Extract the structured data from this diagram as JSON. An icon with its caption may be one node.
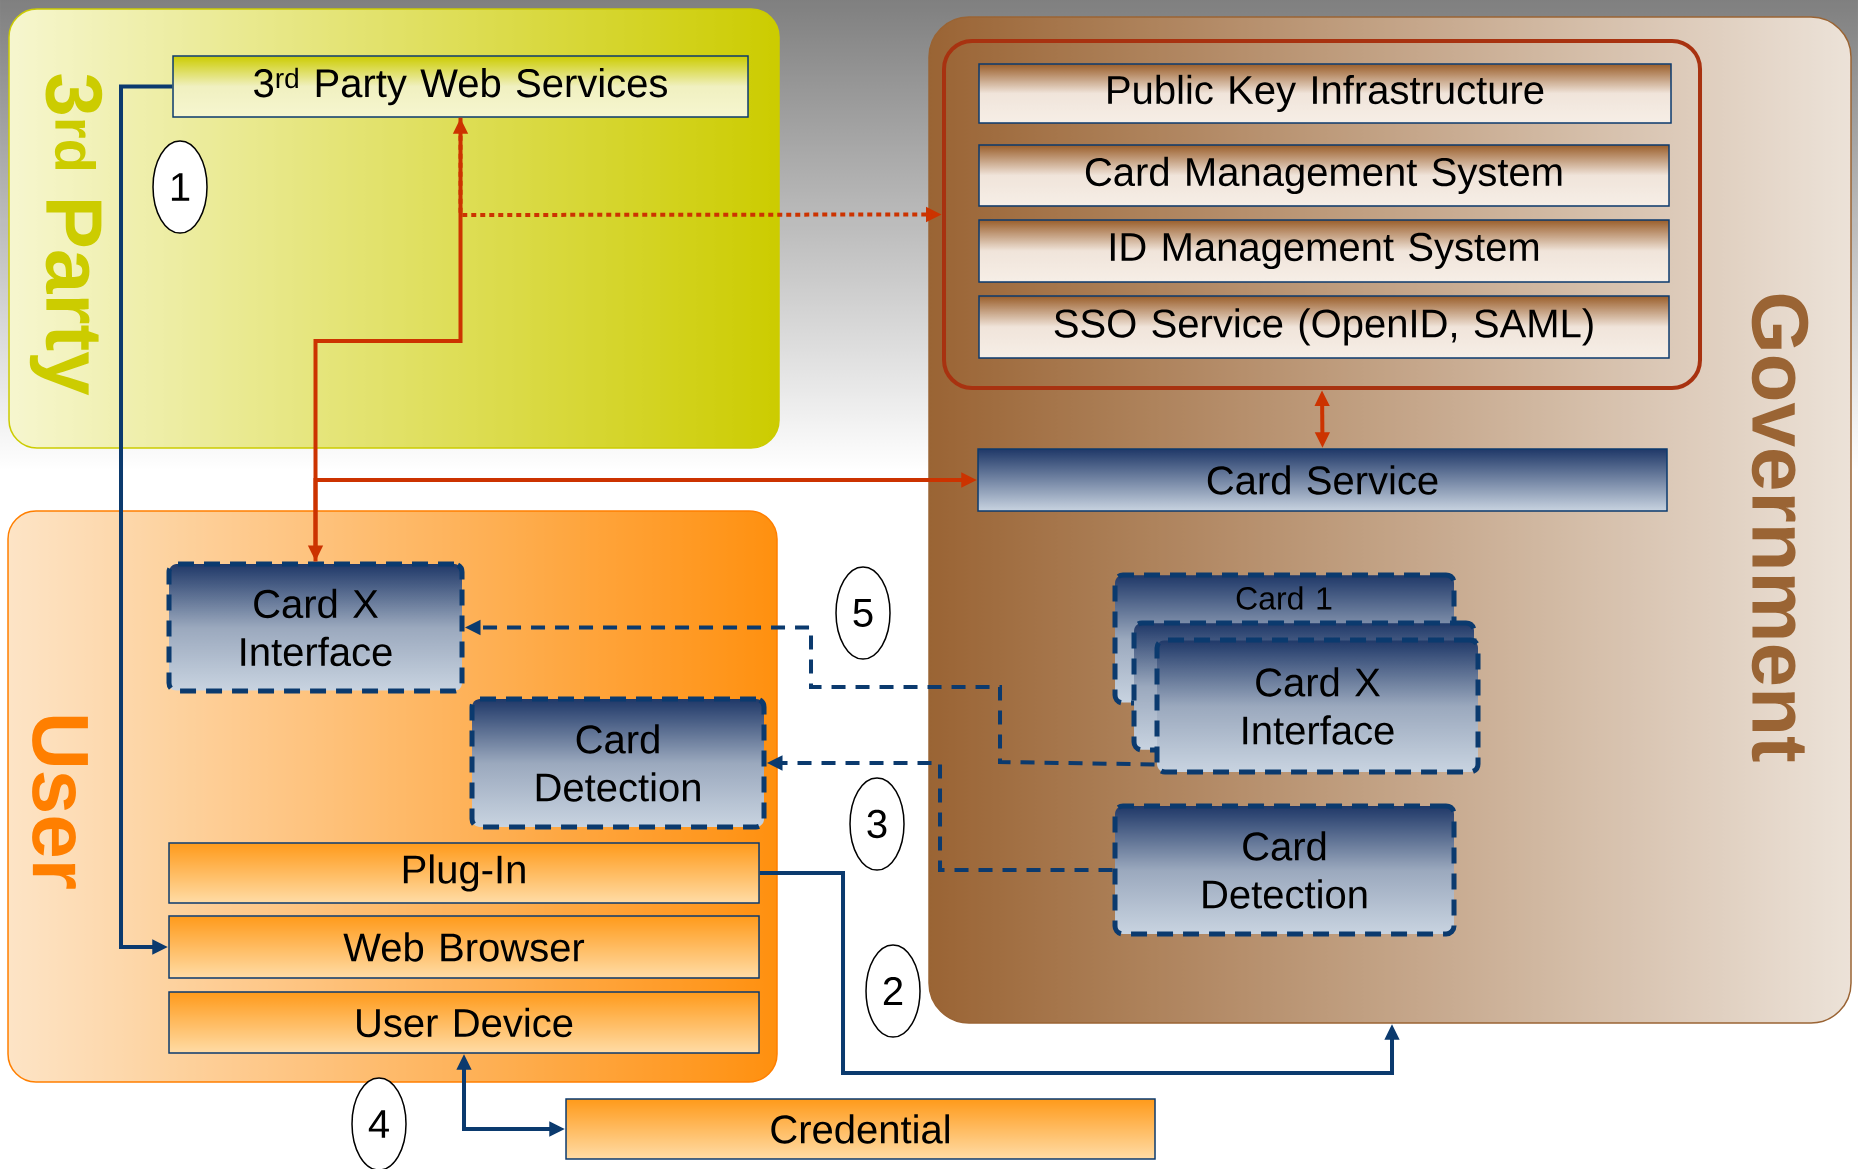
{
  "diagram": {
    "nodes": [
      {
        "text": [
          "3$^{rd}$ Party"
        ]
      },
      {
        "text": [
          "3$^{rd}$ Party Web Services"
        ],
        "in": 0
      },
      {
        "text": [
          "Government"
        ]
      },
      {
        "text": [],
        "shape": "box",
        "in": 2
      },
      {
        "text": [
          "Public Key Infrastructure"
        ],
        "in": 3
      },
      {
        "text": [
          "Card Management System"
        ],
        "in": 3
      },
      {
        "text": [
          "ID Management System"
        ],
        "in": 3
      },
      {
        "text": [
          "SSO Service (OpenID, SAML)"
        ],
        "in": 3
      },
      {
        "text": [
          "Card Service"
        ],
        "in": 2
      },
      {
        "text": [
          "Card 1"
        ],
        "in": 2
      },
      {
        "text": [],
        "shape": "box",
        "in": 2
      },
      {
        "text": [
          "Card X Interface"
        ],
        "in": 2
      },
      {
        "text": [
          "Card Detection"
        ],
        "in": 2
      },
      {
        "text": [
          "User"
        ]
      },
      {
        "text": [
          "Card X Interface"
        ],
        "in": 13
      },
      {
        "text": [
          "Card Detection"
        ],
        "in": 13
      },
      {
        "text": [
          "Plug-In"
        ],
        "in": 13
      },
      {
        "text": [
          "Web Browser"
        ],
        "in": 13
      },
      {
        "text": [
          "User Device"
        ],
        "in": 13
      },
      {
        "text": [
          "Credential"
        ]
      }
    ],
    "edges": [
      {
        "from": 1,
        "to": 17,
        "arrow": "to"
      },
      {
        "from": 1,
        "to": 14,
        "arrow": "both",
        "color": "#cc3300"
      },
      {
        "from": 14,
        "to": 8,
        "arrow": "to",
        "color": "#cc3300"
      },
      {
        "from": 1,
        "to": 3,
        "arrow": "to",
        "style": "dashed",
        "color": "#cc3300"
      },
      {
        "from": 3,
        "to": 8,
        "arrow": "both",
        "color": "#cc3300"
      },
      {
        "from": 16,
        "to": 2,
        "arrow": "to"
      },
      {
        "from": 12,
        "to": 15,
        "arrow": "to",
        "style": "dashed"
      },
      {
        "from": 11,
        "to": 14,
        "arrow": "to",
        "style": "dashed"
      },
      {
        "from": 18,
        "to": 19,
        "arrow": "both"
      }
    ],
    "labels": [
      "1",
      "5",
      "3",
      "2",
      "4"
    ]
  }
}
